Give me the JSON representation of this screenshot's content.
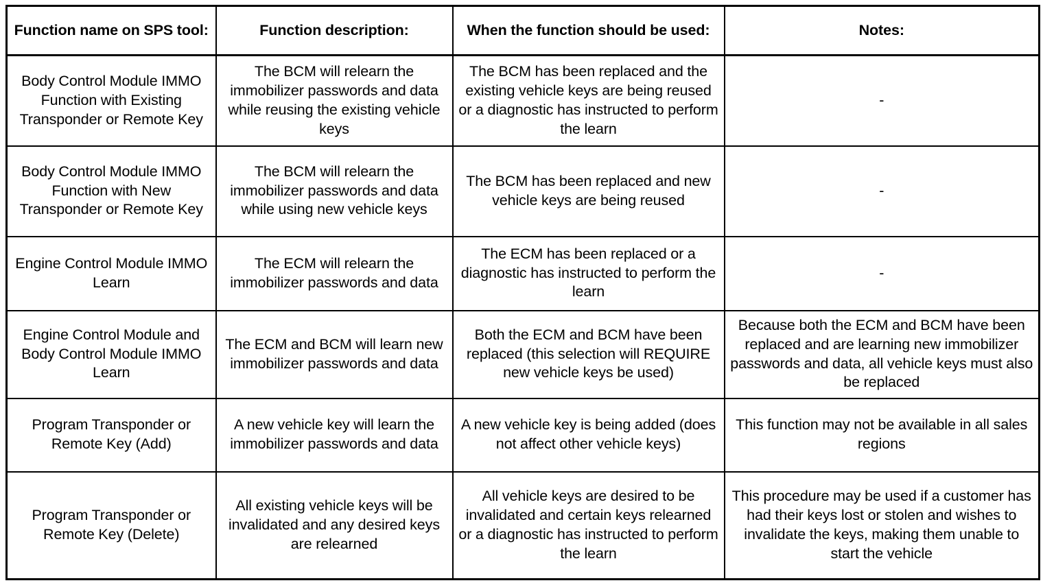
{
  "table": {
    "columns": [
      "Function name on SPS tool:",
      "Function description:",
      "When the function should be used:",
      "Notes:"
    ],
    "rows": [
      {
        "function_name": "Body Control Module IMMO Function with Existing Transponder or Remote Key",
        "function_description": "The BCM will relearn the immobilizer passwords and data while reusing the existing vehicle keys",
        "when_used": "The BCM has been replaced and the existing vehicle keys are being reused or a diagnostic has instructed to perform the learn",
        "notes": "-"
      },
      {
        "function_name": "Body Control Module IMMO Function with New Transponder or Remote Key",
        "function_description": "The BCM will relearn the immobilizer passwords and data while using new vehicle keys",
        "when_used": "The BCM has been replaced and new vehicle keys are being reused",
        "notes": "-"
      },
      {
        "function_name": "Engine Control Module IMMO Learn",
        "function_description": "The ECM will relearn the immobilizer passwords and data",
        "when_used": "The ECM has been replaced or a diagnostic has instructed to perform the learn",
        "notes": "-"
      },
      {
        "function_name": "Engine Control Module and Body Control Module IMMO Learn",
        "function_description": "The ECM and BCM will learn new immobilizer passwords and data",
        "when_used": "Both the ECM and BCM have been replaced (this selection will REQUIRE new vehicle keys be used)",
        "notes": "Because both the ECM and BCM have been replaced and are learning new immobilizer passwords and data, all vehicle keys must also be replaced"
      },
      {
        "function_name": "Program Transponder or Remote Key (Add)",
        "function_description": "A new vehicle key will learn the immobilizer passwords and data",
        "when_used": "A new vehicle key is being added (does not affect other vehicle keys)",
        "notes": "This function may not be available in all sales regions"
      },
      {
        "function_name": "Program Transponder or Remote Key (Delete)",
        "function_description": "All existing vehicle keys will be invalidated and any desired keys are relearned",
        "when_used": "All vehicle keys are desired to be invalidated and certain keys relearned or a diagnostic has instructed to perform the learn",
        "notes": "This procedure may be used if a customer has had their keys lost or stolen and wishes to invalidate the keys, making them unable to start the vehicle"
      }
    ]
  },
  "colors": {
    "text": "#000000",
    "background": "#ffffff",
    "border": "#000000"
  }
}
